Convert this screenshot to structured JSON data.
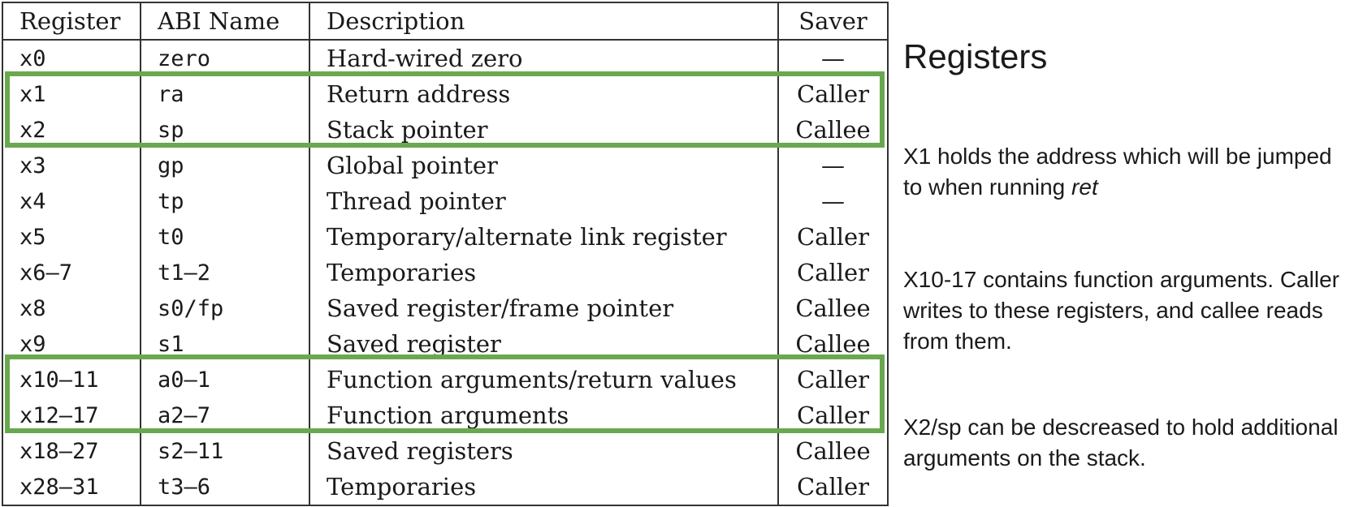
{
  "table": {
    "headers": [
      "Register",
      "ABI Name",
      "Description",
      "Saver"
    ],
    "rows": [
      {
        "register": "x0",
        "abi": "zero",
        "description": "Hard-wired zero",
        "saver": "—"
      },
      {
        "register": "x1",
        "abi": "ra",
        "description": "Return address",
        "saver": "Caller"
      },
      {
        "register": "x2",
        "abi": "sp",
        "description": "Stack pointer",
        "saver": "Callee"
      },
      {
        "register": "x3",
        "abi": "gp",
        "description": "Global pointer",
        "saver": "—"
      },
      {
        "register": "x4",
        "abi": "tp",
        "description": "Thread pointer",
        "saver": "—"
      },
      {
        "register": "x5",
        "abi": "t0",
        "description": "Temporary/alternate link register",
        "saver": "Caller"
      },
      {
        "register": "x6–7",
        "abi": "t1–2",
        "description": "Temporaries",
        "saver": "Caller"
      },
      {
        "register": "x8",
        "abi": "s0/fp",
        "description": "Saved register/frame pointer",
        "saver": "Callee"
      },
      {
        "register": "x9",
        "abi": "s1",
        "description": "Saved register",
        "saver": "Callee"
      },
      {
        "register": "x10–11",
        "abi": "a0–1",
        "description": "Function arguments/return values",
        "saver": "Caller"
      },
      {
        "register": "x12–17",
        "abi": "a2–7",
        "description": "Function arguments",
        "saver": "Caller"
      },
      {
        "register": "x18–27",
        "abi": "s2–11",
        "description": "Saved registers",
        "saver": "Callee"
      },
      {
        "register": "x28–31",
        "abi": "t3–6",
        "description": "Temporaries",
        "saver": "Caller"
      }
    ]
  },
  "highlight_color": "#6aa84f",
  "notes": {
    "title": "Registers",
    "note1_a": "X1 holds the address which will be jumped to when running ",
    "note1_em": "ret",
    "note2": "X10-17 contains function arguments. Caller writes to these registers, and callee reads from them.",
    "note3": "X2/sp can be descreased to hold additional arguments on the stack."
  }
}
